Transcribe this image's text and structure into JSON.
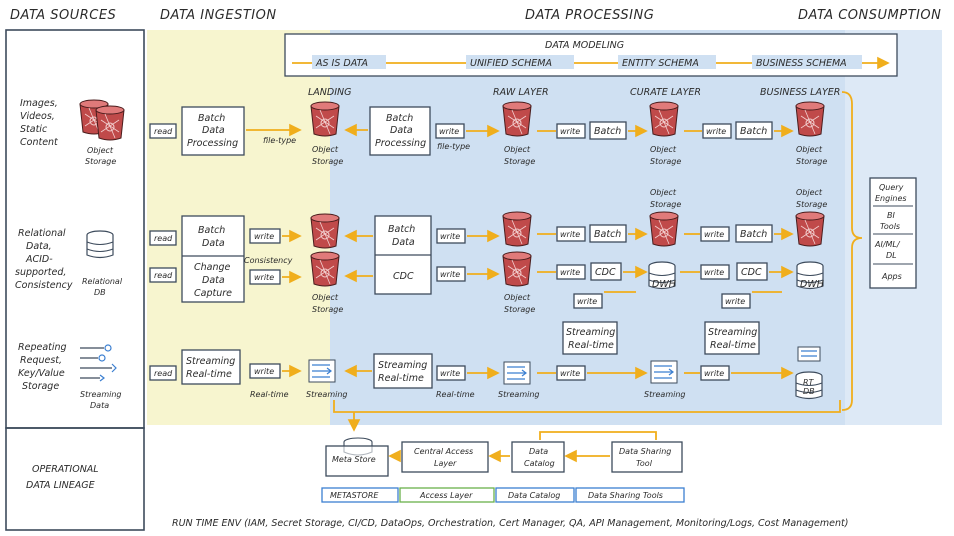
{
  "headers": {
    "sources": "DATA SOURCES",
    "ingestion": "DATA INGESTION",
    "processing": "DATA PROCESSING",
    "consumption": "DATA CONSUMPTION"
  },
  "modeling": {
    "title": "DATA MODELING",
    "as_is": "AS IS DATA",
    "unified": "UNIFIED SCHEMA",
    "entity": "ENTITY SCHEMA",
    "business": "BUSINESS SCHEMA"
  },
  "layers": {
    "landing": "LANDING",
    "raw": "RAW LAYER",
    "curate": "CURATE LAYER",
    "business": "BUSINESS LAYER"
  },
  "sources": {
    "row1_l1": "Images,",
    "row1_l2": "Videos,",
    "row1_l3": "Static",
    "row1_l4": "Content",
    "row1_icon_l1": "Object",
    "row1_icon_l2": "Storage",
    "row2_l1": "Relational",
    "row2_l2": "Data,",
    "row2_l3": "ACID-",
    "row2_l4": "supported,",
    "row2_l5": "Consistency",
    "row2_icon_l1": "Relational",
    "row2_icon_l2": "DB",
    "row3_l1": "Repeating",
    "row3_l2": "Request,",
    "row3_l3": "Key/Value",
    "row3_l4": "Storage",
    "row3_icon_l1": "Streaming",
    "row3_icon_l2": "Data"
  },
  "ingestion": {
    "read": "read",
    "write": "write",
    "batch_dp_l1": "Batch",
    "batch_dp_l2": "Data",
    "batch_dp_l3": "Processing",
    "file_type": "file-type",
    "batch_data_l1": "Batch",
    "batch_data_l2": "Data",
    "cdc_l1": "Change",
    "cdc_l2": "Data",
    "cdc_l3": "Capture",
    "consistency": "Consistency",
    "streaming_l1": "Streaming",
    "streaming_l2": "Real-time",
    "real_time": "Real-time"
  },
  "processing": {
    "object": "Object",
    "storage": "Storage",
    "streaming": "Streaming",
    "batch": "Batch",
    "cdc": "CDC",
    "dwh": "DWH",
    "rt_l1": "RT",
    "rt_l2": "DB"
  },
  "consumption": {
    "query_l1": "Query",
    "query_l2": "Engines",
    "bi_l1": "BI",
    "bi_l2": "Tools",
    "aiml_l1": "AI/ML/",
    "aiml_l2": "DL",
    "apps": "Apps"
  },
  "lineage": {
    "title_l1": "OPERATIONAL",
    "title_l2": "DATA LINEAGE",
    "meta_store": "Meta Store",
    "central_l1": "Central Access",
    "central_l2": "Layer",
    "catalog_l1": "Data",
    "catalog_l2": "Catalog",
    "sharing_l1": "Data Sharing",
    "sharing_l2": "Tool",
    "legend_metastore": "METASTORE",
    "legend_access": "Access Layer",
    "legend_catalog": "Data Catalog",
    "legend_sharing": "Data Sharing Tools"
  },
  "footer": "RUN TIME ENV (IAM, Secret Storage, CI/CD, DataOps, Orchestration, Cert Manager, QA, API Management, Monitoring/Logs, Cost Management)",
  "colors": {
    "ingestion_bg": "#f7f5cf",
    "processing_bg": "#cfe0f2",
    "consumption_bg": "#dde9f6",
    "arrow": "#f0ae1c",
    "bucket": "#c04a4a",
    "metastore_legend": "#3b7fd1",
    "access_legend": "#6ab04c",
    "catalog_legend": "#3b7fd1",
    "sharing_legend": "#3b7fd1"
  }
}
